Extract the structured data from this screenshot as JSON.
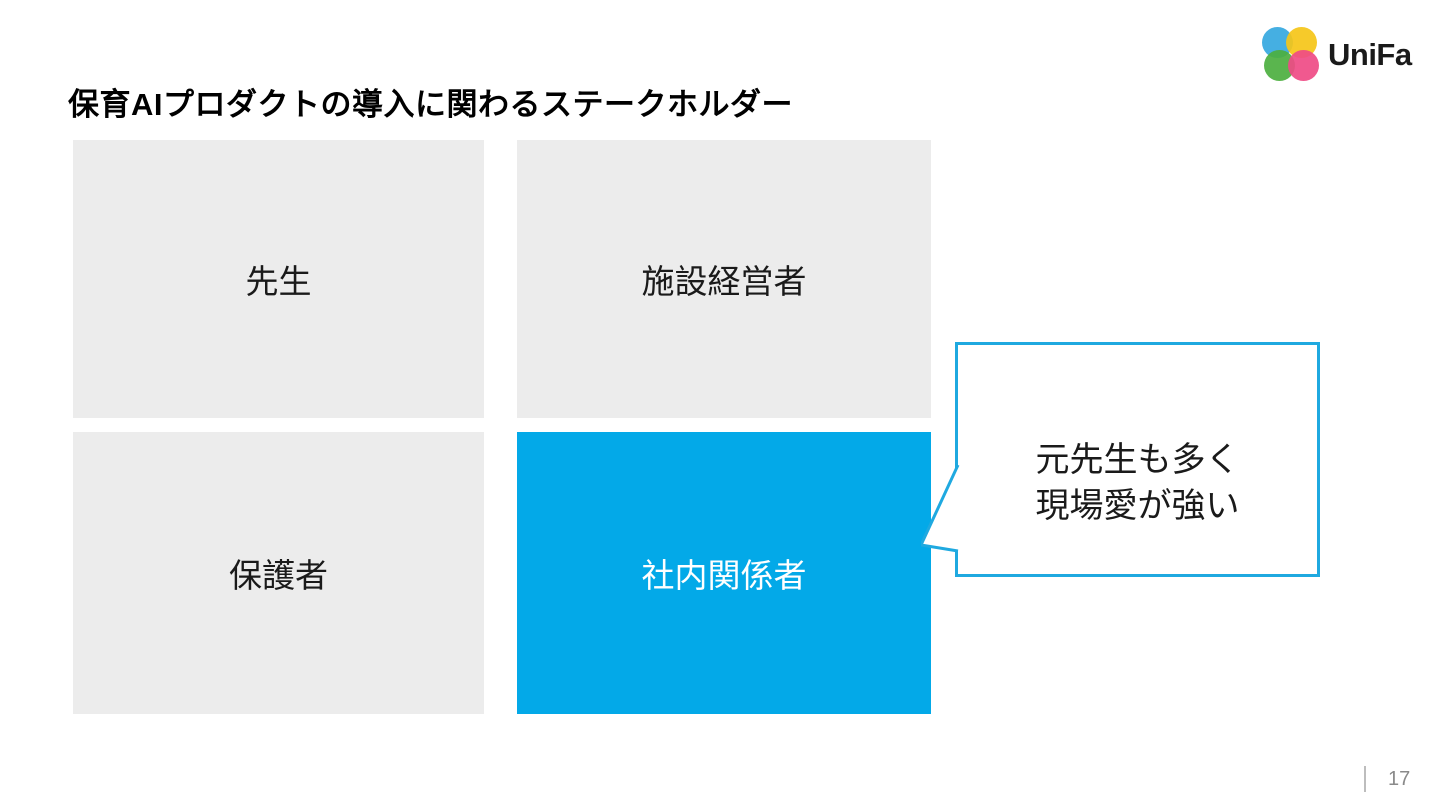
{
  "slide": {
    "title": "保育AIプロダクトの導入に関わるステークホルダー",
    "page_number": "17",
    "background_color": "#ffffff"
  },
  "logo": {
    "name": "UniFa",
    "wordmark": "UniFa",
    "colors": {
      "top_left": "#35a8e0",
      "top_right": "#f5c518",
      "bottom_left": "#4caf3f",
      "bottom_right": "#ef4b85"
    }
  },
  "theme": {
    "accent_color": "#03a9e8",
    "card_gray": "#ececec",
    "callout_border": "#1fa9e0",
    "title_color": "#000000",
    "page_number_color": "#8a8a8a"
  },
  "stakeholders": [
    {
      "label": "先生",
      "highlighted": false
    },
    {
      "label": "施設経営者",
      "highlighted": false
    },
    {
      "label": "保護者",
      "highlighted": false
    },
    {
      "label": "社内関係者",
      "highlighted": true
    }
  ],
  "callout": {
    "text": "元先生も多く\n現場愛が強い",
    "line_1": "元先生も多く",
    "line_2": "現場愛が強い",
    "points_to": "社内関係者"
  }
}
